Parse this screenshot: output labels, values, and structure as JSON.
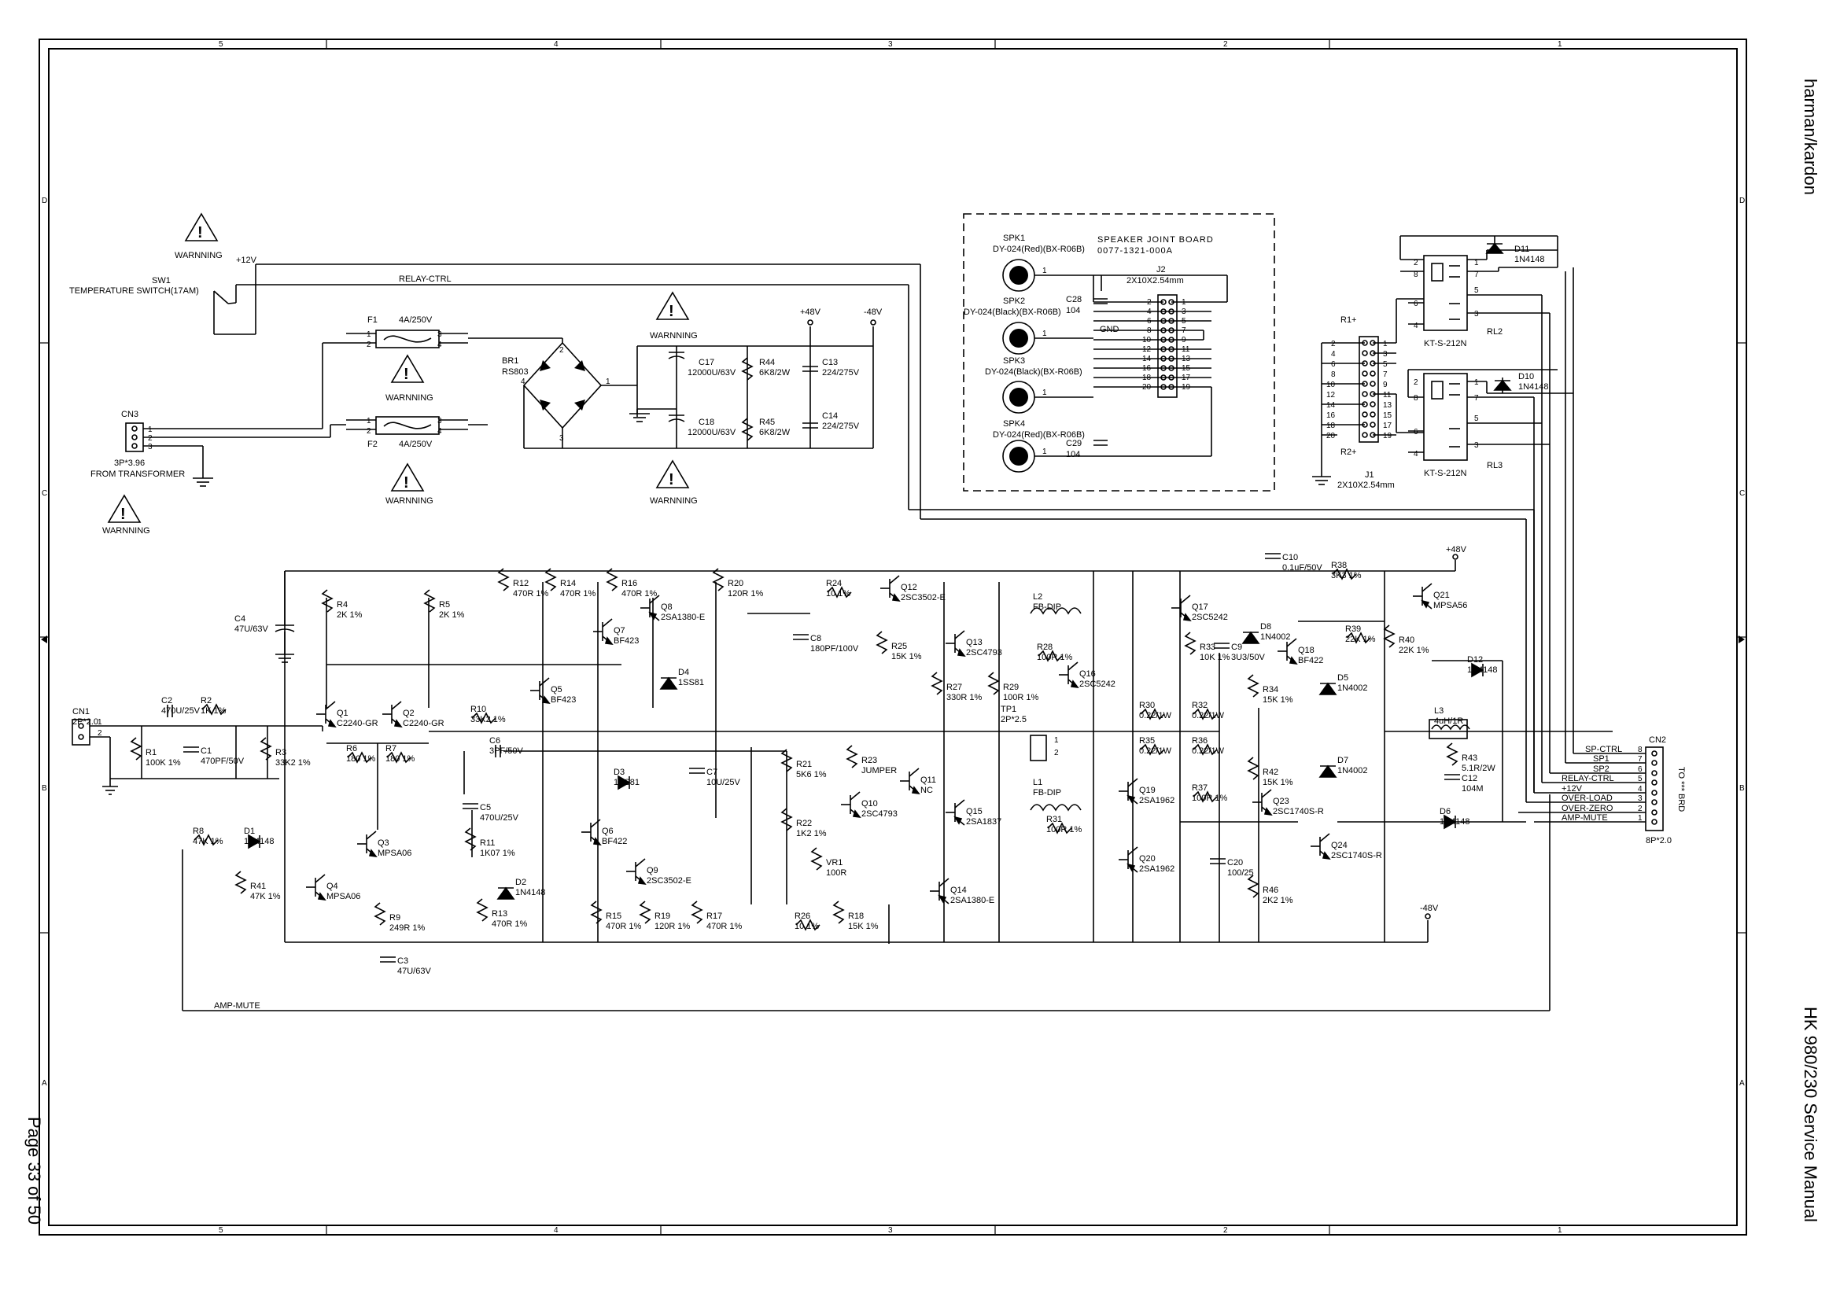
{
  "brand": "harman/kardon",
  "manual": "HK 980/230 Service Manual",
  "page": "Page 33 of 50",
  "zone_columns": [
    "5",
    "4",
    "3",
    "2",
    "1"
  ],
  "zone_rows": [
    "D",
    "C",
    "B",
    "A"
  ],
  "warning_text": "WARNNING",
  "sw1": {
    "ref": "SW1",
    "desc": "TEMPERATURE SWITCH(17AM)",
    "rail": "+12V"
  },
  "relay_ctrl": "RELAY-CTRL",
  "amp_mute": "AMP-MUTE",
  "cn3": {
    "ref": "CN3",
    "type": "3P*3.96",
    "desc": "FROM TRANSFORMER"
  },
  "f1": {
    "ref": "F1",
    "value": "4A/250V"
  },
  "f2": {
    "ref": "F2",
    "value": "4A/250V"
  },
  "br1": {
    "ref": "BR1",
    "value": "RS803"
  },
  "psu": {
    "p48": "+48V",
    "n48": "-48V",
    "c17": "C17",
    "c17v": "12000U/63V",
    "c18": "C18",
    "c18v": "12000U/63V",
    "r44": "R44",
    "r44v": "6K8/2W",
    "r45": "R45",
    "r45v": "6K8/2W",
    "c13": "C13",
    "c13v": "224/275V",
    "c14": "C14",
    "c14v": "224/275V"
  },
  "speaker_board": {
    "title": "SPEAKER JOINT BOARD",
    "part": "0077-1321-000A",
    "j2": "J2",
    "j2_desc": "2X10X2.54mm",
    "gnd": "GND",
    "c28": "C28",
    "c28v": "104",
    "c29": "C29",
    "c29v": "104",
    "spk1": "SPK1",
    "spk1_desc": "DY-024(Red)(BX-R06B)",
    "spk2": "SPK2",
    "spk2_desc": "DY-024(Black)(BX-R06B)",
    "spk3": "SPK3",
    "spk3_desc": "DY-024(Black)(BX-R06B)",
    "spk4": "SPK4",
    "spk4_desc": "DY-024(Red)(BX-R06B)"
  },
  "j1": {
    "ref": "J1",
    "desc": "2X10X2.54mm",
    "r1": "R1+",
    "r2": "R2+"
  },
  "relays": {
    "rl2": "RL2",
    "rl2_type": "KT-S-212N",
    "rl3": "RL3",
    "rl3_type": "KT-S-212N",
    "d11": "D11",
    "d11v": "1N4148",
    "d10": "D10",
    "d10v": "1N4148"
  },
  "cn2": {
    "ref": "CN2",
    "type": "8P*2.0",
    "dest": "TO *** BRD",
    "pins": [
      {
        "num": "8",
        "label": "SP-CTRL"
      },
      {
        "num": "7",
        "label": "SP1"
      },
      {
        "num": "6",
        "label": "SP2"
      },
      {
        "num": "5",
        "label": "RELAY-CTRL"
      },
      {
        "num": "4",
        "label": "+12V"
      },
      {
        "num": "3",
        "label": "OVER-LOAD"
      },
      {
        "num": "2",
        "label": "OVER-ZERO"
      },
      {
        "num": "1",
        "label": "AMP-MUTE"
      }
    ]
  },
  "parts": [
    {
      "ref": "CN1",
      "value": "2P*2.0"
    },
    {
      "ref": "R1",
      "value": "100K 1%"
    },
    {
      "ref": "C2",
      "value": "470U/25V"
    },
    {
      "ref": "R2",
      "value": "1K 1%"
    },
    {
      "ref": "C1",
      "value": "470PF/50V"
    },
    {
      "ref": "R3",
      "value": "33K2 1%"
    },
    {
      "ref": "C4",
      "value": "47U/63V"
    },
    {
      "ref": "R4",
      "value": "2K 1%"
    },
    {
      "ref": "R5",
      "value": "2K 1%"
    },
    {
      "ref": "Q1",
      "value": "C2240-GR"
    },
    {
      "ref": "Q2",
      "value": "C2240-GR"
    },
    {
      "ref": "R6",
      "value": "180 1%"
    },
    {
      "ref": "R7",
      "value": "180 1%"
    },
    {
      "ref": "R8",
      "value": "47K 1%"
    },
    {
      "ref": "D1",
      "value": "1N4148"
    },
    {
      "ref": "R41",
      "value": "47K 1%"
    },
    {
      "ref": "Q3",
      "value": "MPSA06"
    },
    {
      "ref": "Q4",
      "value": "MPSA06"
    },
    {
      "ref": "R9",
      "value": "249R 1%"
    },
    {
      "ref": "C3",
      "value": "47U/63V"
    },
    {
      "ref": "R10",
      "value": "33K2 1%"
    },
    {
      "ref": "C6",
      "value": "3PF/50V"
    },
    {
      "ref": "C5",
      "value": "470U/25V"
    },
    {
      "ref": "R11",
      "value": "1K07 1%"
    },
    {
      "ref": "R12",
      "value": "470R 1%"
    },
    {
      "ref": "R14",
      "value": "470R 1%"
    },
    {
      "ref": "Q5",
      "value": "BF423"
    },
    {
      "ref": "D2",
      "value": "1N4148"
    },
    {
      "ref": "R13",
      "value": "470R 1%"
    },
    {
      "ref": "Q6",
      "value": "BF422"
    },
    {
      "ref": "D3",
      "value": "1SS81"
    },
    {
      "ref": "R15",
      "value": "470R 1%"
    },
    {
      "ref": "R16",
      "value": "470R 1%"
    },
    {
      "ref": "Q7",
      "value": "BF423"
    },
    {
      "ref": "Q8",
      "value": "2SA1380-E"
    },
    {
      "ref": "D4",
      "value": "1SS81"
    },
    {
      "ref": "R20",
      "value": "120R 1%"
    },
    {
      "ref": "Q9",
      "value": "2SC3502-E"
    },
    {
      "ref": "R19",
      "value": "120R 1%"
    },
    {
      "ref": "R17",
      "value": "470R 1%"
    },
    {
      "ref": "C7",
      "value": "10U/25V"
    },
    {
      "ref": "R24",
      "value": "10 1%"
    },
    {
      "ref": "C8",
      "value": "180PF/100V"
    },
    {
      "ref": "R25",
      "value": "15K 1%"
    },
    {
      "ref": "R21",
      "value": "5K6 1%"
    },
    {
      "ref": "R23",
      "value": "JUMPER"
    },
    {
      "ref": "Q10",
      "value": "2SC4793"
    },
    {
      "ref": "Q11",
      "value": "NC"
    },
    {
      "ref": "R22",
      "value": "1K2 1%"
    },
    {
      "ref": "VR1",
      "value": "100R"
    },
    {
      "ref": "R26",
      "value": "10 1%"
    },
    {
      "ref": "R18",
      "value": "15K 1%"
    },
    {
      "ref": "Q12",
      "value": "2SC3502-E"
    },
    {
      "ref": "Q13",
      "value": "2SC4793"
    },
    {
      "ref": "R27",
      "value": "330R 1%"
    },
    {
      "ref": "Q15",
      "value": "2SA1837"
    },
    {
      "ref": "Q14",
      "value": "2SA1380-E"
    },
    {
      "ref": "L2",
      "value": "FB-DIP"
    },
    {
      "ref": "R28",
      "value": "100R 1%"
    },
    {
      "ref": "R29",
      "value": "100R 1%"
    },
    {
      "ref": "L1",
      "value": "FB-DIP"
    },
    {
      "ref": "R31",
      "value": "100R 1%"
    },
    {
      "ref": "TP1",
      "value": "2P*2.5"
    },
    {
      "ref": "Q16",
      "value": "2SC5242"
    },
    {
      "ref": "Q17",
      "value": "2SC5242"
    },
    {
      "ref": "Q19",
      "value": "2SA1962"
    },
    {
      "ref": "Q20",
      "value": "2SA1962"
    },
    {
      "ref": "R30",
      "value": "0.22/1W"
    },
    {
      "ref": "R32",
      "value": "0.22/1W"
    },
    {
      "ref": "R35",
      "value": "0.22/1W"
    },
    {
      "ref": "R36",
      "value": "0.22/1W"
    },
    {
      "ref": "R33",
      "value": "10K 1%"
    },
    {
      "ref": "C9",
      "value": "3U3/50V"
    },
    {
      "ref": "R34",
      "value": "15K 1%"
    },
    {
      "ref": "R37",
      "value": "100R 1%"
    },
    {
      "ref": "D8",
      "value": "1N4002"
    },
    {
      "ref": "Q18",
      "value": "BF422"
    },
    {
      "ref": "C10",
      "value": "0.1uF/50V"
    },
    {
      "ref": "R38",
      "value": "3K3 1%"
    },
    {
      "ref": "R39",
      "value": "22K 1%"
    },
    {
      "ref": "D5",
      "value": "1N4002"
    },
    {
      "ref": "R40",
      "value": "22K 1%"
    },
    {
      "ref": "Q21",
      "value": "MPSA56"
    },
    {
      "ref": "D12",
      "value": "1N4148"
    },
    {
      "ref": "D7",
      "value": "1N4002"
    },
    {
      "ref": "L3",
      "value": "4uH/1R"
    },
    {
      "ref": "R43",
      "value": "5.1R/2W"
    },
    {
      "ref": "C12",
      "value": "104M"
    },
    {
      "ref": "R42",
      "value": "15K 1%"
    },
    {
      "ref": "Q23",
      "value": "2SC1740S-R"
    },
    {
      "ref": "Q24",
      "value": "2SC1740S-R"
    },
    {
      "ref": "C20",
      "value": "100/25"
    },
    {
      "ref": "R46",
      "value": "2K2 1%"
    },
    {
      "ref": "D6",
      "value": "1N4148"
    }
  ],
  "rail_p48": "+48V",
  "rail_n48": "-48V"
}
